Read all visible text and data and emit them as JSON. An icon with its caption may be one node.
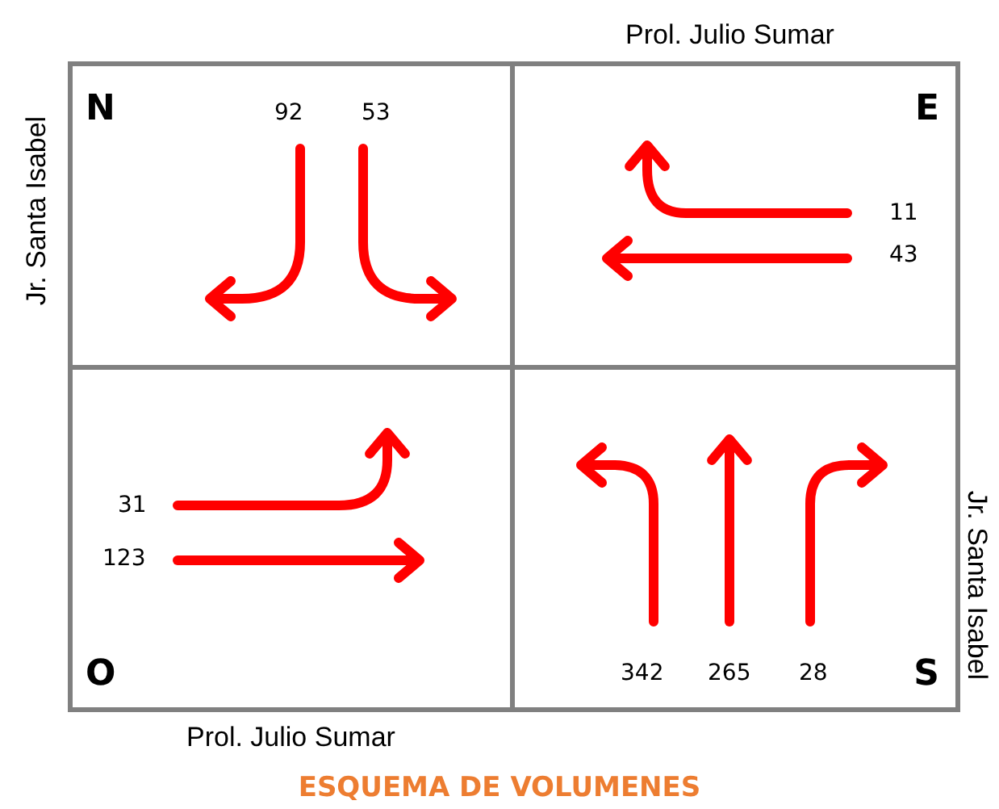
{
  "diagram": {
    "caption": "ESQUEMA DE VOLUMENES",
    "nodes": [
      {
        "text": [
          "N"
        ]
      },
      {
        "text": [
          "E"
        ]
      },
      {
        "text": [
          "O"
        ]
      },
      {
        "text": [
          "S"
        ]
      }
    ],
    "labels": [
      "Prol. Julio Sumar",
      "Jr. Santa Isabel",
      "92",
      "53",
      "11",
      "43",
      "31",
      "123",
      "342",
      "265",
      "28",
      "Jr. Santa Isabel",
      "Prol. Julio Sumar"
    ]
  }
}
